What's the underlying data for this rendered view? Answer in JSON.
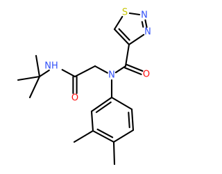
{
  "molecule": {
    "atoms": [
      {
        "id": "tbu_methyl_top",
        "element": "C",
        "label": ""
      },
      {
        "id": "tbu_methyl_left",
        "element": "C",
        "label": ""
      },
      {
        "id": "tbu_methyl_bottom",
        "element": "C",
        "label": ""
      },
      {
        "id": "tbu_quaternary",
        "element": "C",
        "label": ""
      },
      {
        "id": "amide_nh",
        "element": "N",
        "label": "NH"
      },
      {
        "id": "amide_carbonyl_c1",
        "element": "C",
        "label": ""
      },
      {
        "id": "carbonyl_o1",
        "element": "O",
        "label": "O"
      },
      {
        "id": "methylene",
        "element": "C",
        "label": ""
      },
      {
        "id": "amide_n",
        "element": "N",
        "label": "N"
      },
      {
        "id": "amide_carbonyl_c2",
        "element": "C",
        "label": ""
      },
      {
        "id": "carbonyl_o2",
        "element": "O",
        "label": "O"
      },
      {
        "id": "thiadiazole_c4",
        "element": "C",
        "label": ""
      },
      {
        "id": "thiadiazole_c5",
        "element": "C",
        "label": ""
      },
      {
        "id": "thiadiazole_s",
        "element": "S",
        "label": "S"
      },
      {
        "id": "thiadiazole_n2",
        "element": "N",
        "label": "N"
      },
      {
        "id": "thiadiazole_n3",
        "element": "N",
        "label": "N"
      },
      {
        "id": "aryl_c1",
        "element": "C",
        "label": ""
      },
      {
        "id": "aryl_c2",
        "element": "C",
        "label": ""
      },
      {
        "id": "aryl_c3",
        "element": "C",
        "label": ""
      },
      {
        "id": "aryl_c4",
        "element": "C",
        "label": ""
      },
      {
        "id": "aryl_c5",
        "element": "C",
        "label": ""
      },
      {
        "id": "aryl_c6",
        "element": "C",
        "label": ""
      },
      {
        "id": "aryl_methyl3",
        "element": "C",
        "label": ""
      },
      {
        "id": "aryl_methyl4",
        "element": "C",
        "label": ""
      }
    ],
    "bonds": [
      {
        "from": "tbu_methyl_top",
        "to": "tbu_quaternary",
        "order": 1
      },
      {
        "from": "tbu_methyl_left",
        "to": "tbu_quaternary",
        "order": 1
      },
      {
        "from": "tbu_methyl_bottom",
        "to": "tbu_quaternary",
        "order": 1
      },
      {
        "from": "tbu_quaternary",
        "to": "amide_nh",
        "order": 1
      },
      {
        "from": "amide_nh",
        "to": "amide_carbonyl_c1",
        "order": 1
      },
      {
        "from": "amide_carbonyl_c1",
        "to": "carbonyl_o1",
        "order": 2
      },
      {
        "from": "amide_carbonyl_c1",
        "to": "methylene",
        "order": 1
      },
      {
        "from": "methylene",
        "to": "amide_n",
        "order": 1
      },
      {
        "from": "amide_n",
        "to": "amide_carbonyl_c2",
        "order": 1
      },
      {
        "from": "amide_carbonyl_c2",
        "to": "carbonyl_o2",
        "order": 2
      },
      {
        "from": "amide_carbonyl_c2",
        "to": "thiadiazole_c4",
        "order": 1
      },
      {
        "from": "thiadiazole_c4",
        "to": "thiadiazole_c5",
        "order": 2
      },
      {
        "from": "thiadiazole_c5",
        "to": "thiadiazole_s",
        "order": 1
      },
      {
        "from": "thiadiazole_s",
        "to": "thiadiazole_n2",
        "order": 1
      },
      {
        "from": "thiadiazole_n2",
        "to": "thiadiazole_n3",
        "order": 2
      },
      {
        "from": "thiadiazole_n3",
        "to": "thiadiazole_c4",
        "order": 1
      },
      {
        "from": "amide_n",
        "to": "aryl_c1",
        "order": 1
      },
      {
        "from": "aryl_c1",
        "to": "aryl_c2",
        "order": 2
      },
      {
        "from": "aryl_c2",
        "to": "aryl_c3",
        "order": 1
      },
      {
        "from": "aryl_c3",
        "to": "aryl_c4",
        "order": 2
      },
      {
        "from": "aryl_c4",
        "to": "aryl_c5",
        "order": 1
      },
      {
        "from": "aryl_c5",
        "to": "aryl_c6",
        "order": 2
      },
      {
        "from": "aryl_c6",
        "to": "aryl_c1",
        "order": 1
      },
      {
        "from": "aryl_c3",
        "to": "aryl_methyl3",
        "order": 1
      },
      {
        "from": "aryl_c4",
        "to": "aryl_methyl4",
        "order": 1
      }
    ],
    "colors": {
      "bond": "#000000",
      "C": "#000000",
      "N": "#3050F8",
      "O": "#FF0D0D",
      "S": "#C6C600"
    }
  }
}
